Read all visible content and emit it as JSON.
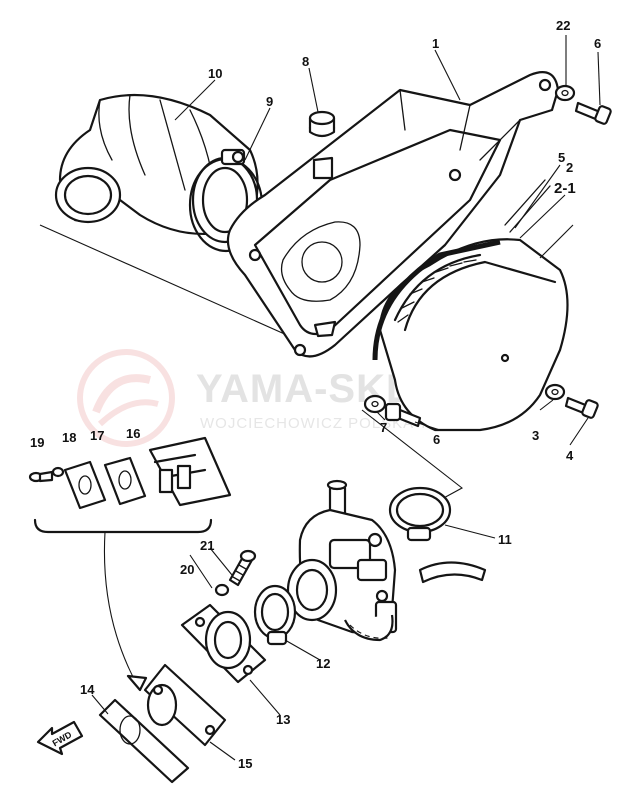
{
  "watermark": {
    "title": "YAMA-SKLEP.PL",
    "subtitle": "WOJCIECHOWICZ POLSKA YAMAHA"
  },
  "fwd_label": "FWD",
  "callouts": {
    "c1": "1",
    "c2": "2",
    "c2_1": "2-1",
    "c3": "3",
    "c4": "4",
    "c5": "5",
    "c6a": "6",
    "c6b": "6",
    "c7": "7",
    "c8": "8",
    "c9": "9",
    "c10": "10",
    "c11": "11",
    "c12": "12",
    "c13": "13",
    "c14": "14",
    "c15": "15",
    "c16": "16",
    "c17": "17",
    "c18": "18",
    "c19": "19",
    "c20": "20",
    "c21": "21",
    "c22": "22"
  },
  "colors": {
    "ink": "#151515",
    "watermark": "#e3e3e3",
    "watermark_logo": "#f3c9c9"
  }
}
